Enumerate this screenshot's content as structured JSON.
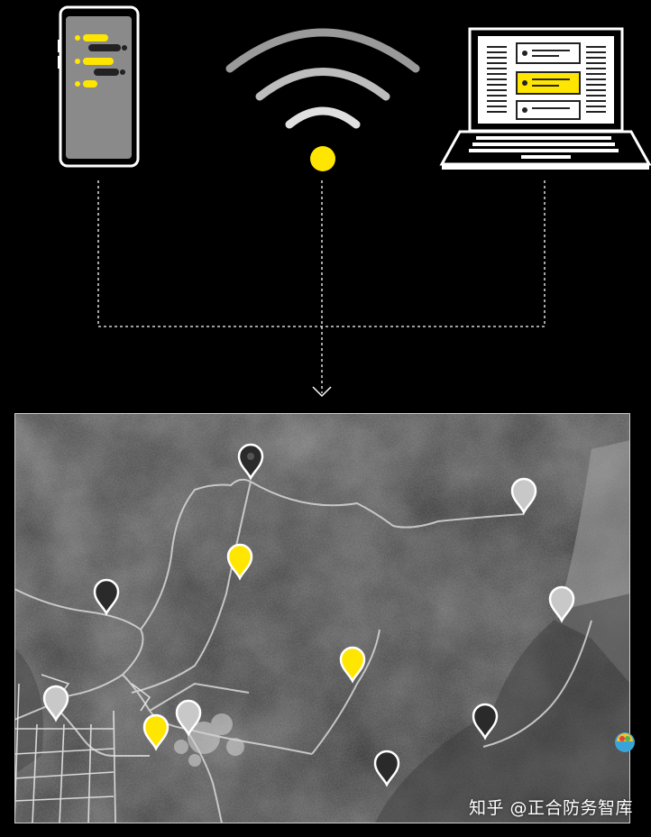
{
  "colors": {
    "background": "#000000",
    "accent_yellow": "#ffe600",
    "pin_dark": "#2a2a2a",
    "pin_light": "#c8c8c8",
    "device_outline": "#ffffff"
  },
  "icons": {
    "phone": "smartphone-icon",
    "wifi": "wifi-signal-icon",
    "laptop": "laptop-icon",
    "arrow": "arrow-down-icon",
    "map_pin": "map-pin-icon"
  },
  "map": {
    "style": "grayscale satellite map",
    "pins": [
      {
        "color": "dark"
      },
      {
        "color": "light"
      },
      {
        "color": "yellow"
      },
      {
        "color": "dark"
      },
      {
        "color": "light"
      },
      {
        "color": "yellow"
      },
      {
        "color": "light"
      },
      {
        "color": "yellow"
      },
      {
        "color": "light"
      },
      {
        "color": "dark"
      },
      {
        "color": "dark"
      }
    ]
  },
  "watermark": {
    "text": "知乎 @正合防务智库"
  }
}
